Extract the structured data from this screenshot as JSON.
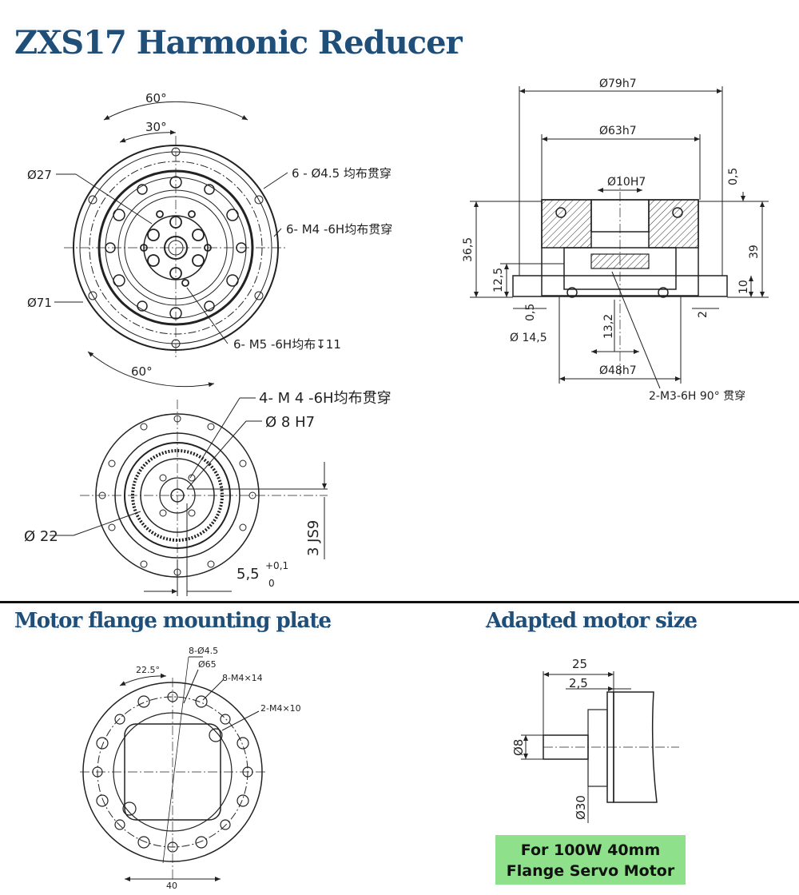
{
  "titles": {
    "main": "ZXS17 Harmonic Reducer",
    "mounting_plate": "Motor flange mounting plate",
    "adapted_motor": "Adapted motor size"
  },
  "front_view": {
    "angle_60_top": "60°",
    "angle_30": "30°",
    "angle_60_bottom": "60°",
    "dia_27": "Ø27",
    "dia_71": "Ø71",
    "holes_1": "6 - Ø4.5 均布贯穿",
    "holes_2": "6- M4 -6H均布贯穿",
    "holes_3": "6- M5 -6H均布↧11"
  },
  "section_view": {
    "dia_79": "Ø79h7",
    "dia_63": "Ø63h7",
    "dia_10": "Ø10H7",
    "dim_0_5_top": "0,5",
    "dim_36_5": "36,5",
    "dim_39": "39",
    "dim_12_5": "12,5",
    "dim_10": "10",
    "dim_0_5_bottom": "0,5",
    "dim_2": "2",
    "dim_13_2": "13,2",
    "dia_14_5": "Ø 14,5",
    "dia_48": "Ø48h7",
    "m3_note": "2-M3-6H 90° 贯穿"
  },
  "rear_view": {
    "m4_note": "4- M 4 -6H均布贯穿",
    "dia_8": "Ø 8 H7",
    "dia_22": "Ø 22",
    "js9": "3 JS9",
    "dim_5_5": "5,5",
    "tol_plus": "+0,1",
    "tol_zero": "0"
  },
  "mounting_plate": {
    "holes_8": "8-Ø4.5",
    "dia_65": "Ø65",
    "m4x14": "8-M4×14",
    "angle_22_5": "22.5°",
    "m4x10": "2-M4×10",
    "width_40": "40"
  },
  "adapted_motor": {
    "dim_25": "25",
    "dim_2_5": "2,5",
    "dia_8": "Ø8",
    "dia_30": "Ø30",
    "note_line1": "For 100W 40mm",
    "note_line2": "Flange Servo Motor"
  }
}
